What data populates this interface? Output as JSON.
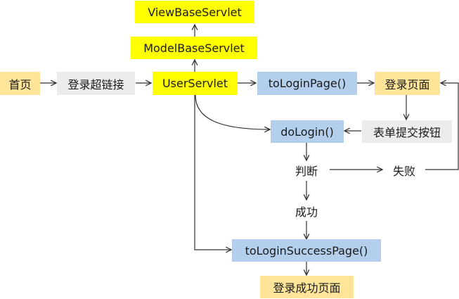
{
  "diagram": {
    "nodes": {
      "view_base_servlet": "ViewBaseServlet",
      "model_base_servlet": "ModelBaseServlet",
      "home": "首页",
      "login_link": "登录超链接",
      "user_servlet": "UserServlet",
      "to_login_page": "toLoginPage()",
      "login_page": "登录页面",
      "submit_button": "表单提交按钮",
      "do_login": "doLogin()",
      "judge": "判断",
      "fail": "失败",
      "success": "成功",
      "to_login_success_page": "toLoginSuccessPage()",
      "login_success_page": "登录成功页面"
    },
    "colors": {
      "servlet": "#ffff00",
      "page": "#ffe599",
      "action": "#ececec",
      "method": "#b4cfec",
      "line": "#333333"
    }
  }
}
